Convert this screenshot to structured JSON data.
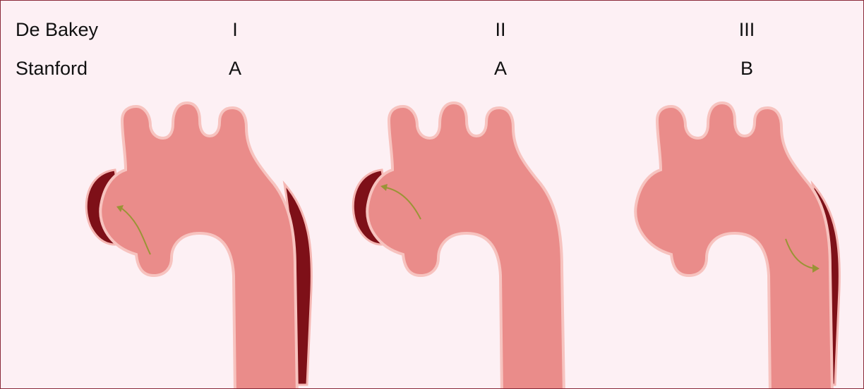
{
  "rows": {
    "debakey_label": "De Bakey",
    "stanford_label": "Stanford"
  },
  "panels": [
    {
      "debakey": "I",
      "stanford": "A"
    },
    {
      "debakey": "II",
      "stanford": "A"
    },
    {
      "debakey": "III",
      "stanford": "B"
    }
  ],
  "colors": {
    "background": "#fdf0f4",
    "border": "#8a2a3a",
    "aorta_lumen": "#ea8c8a",
    "aorta_wall": "#f5b7b3",
    "false_lumen": "#7e1018",
    "tear_arrow": "#9a9436"
  }
}
